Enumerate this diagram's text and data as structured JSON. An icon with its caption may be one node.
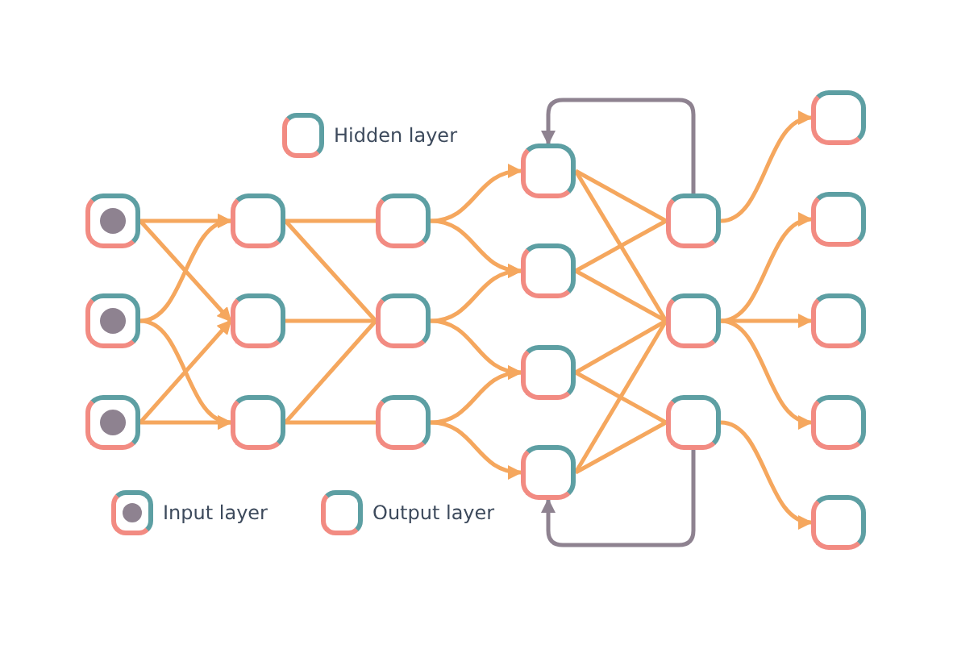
{
  "diagram": {
    "nodes": [
      {
        "text": [],
        "shape": "box"
      },
      {
        "text": [],
        "shape": "circle",
        "in": 0
      },
      {
        "text": [],
        "shape": "box"
      },
      {
        "text": [],
        "shape": "circle",
        "in": 2
      },
      {
        "text": [],
        "shape": "box"
      },
      {
        "text": [],
        "shape": "circle",
        "in": 4
      },
      {
        "text": [],
        "shape": "box"
      },
      {
        "text": [],
        "shape": "box"
      },
      {
        "text": [],
        "shape": "box"
      },
      {
        "text": [],
        "shape": "box"
      },
      {
        "text": [],
        "shape": "box"
      },
      {
        "text": [],
        "shape": "box"
      },
      {
        "text": [],
        "shape": "box"
      },
      {
        "text": [],
        "shape": "box"
      },
      {
        "text": [],
        "shape": "box"
      },
      {
        "text": [],
        "shape": "box"
      },
      {
        "text": [],
        "shape": "box"
      },
      {
        "text": [],
        "shape": "box"
      },
      {
        "text": [],
        "shape": "box"
      },
      {
        "text": [],
        "shape": "box"
      },
      {
        "text": [],
        "shape": "box"
      },
      {
        "text": [],
        "shape": "box"
      },
      {
        "text": [],
        "shape": "box"
      },
      {
        "text": [],
        "shape": "box"
      }
    ],
    "edges": [
      {
        "from": 0,
        "to": 6,
        "arrow": "to"
      },
      {
        "from": 0,
        "to": 7,
        "arrow": "to"
      },
      {
        "from": 2,
        "to": 6,
        "arrow": "to"
      },
      {
        "from": 2,
        "to": 8,
        "arrow": "to"
      },
      {
        "from": 4,
        "to": 7,
        "arrow": "to"
      },
      {
        "from": 4,
        "to": 8,
        "arrow": "to"
      },
      {
        "from": 6,
        "to": 9,
        "arrow": "none"
      },
      {
        "from": 6,
        "to": 10,
        "arrow": "none"
      },
      {
        "from": 7,
        "to": 10,
        "arrow": "none"
      },
      {
        "from": 8,
        "to": 10,
        "arrow": "none"
      },
      {
        "from": 8,
        "to": 11,
        "arrow": "none"
      },
      {
        "from": 9,
        "to": 12,
        "arrow": "to"
      },
      {
        "from": 9,
        "to": 13,
        "arrow": "to"
      },
      {
        "from": 10,
        "to": 13,
        "arrow": "to"
      },
      {
        "from": 10,
        "to": 14,
        "arrow": "to"
      },
      {
        "from": 11,
        "to": 14,
        "arrow": "to"
      },
      {
        "from": 11,
        "to": 15,
        "arrow": "to"
      },
      {
        "from": 12,
        "to": 16,
        "arrow": "none"
      },
      {
        "from": 12,
        "to": 17,
        "arrow": "none"
      },
      {
        "from": 13,
        "to": 16,
        "arrow": "none"
      },
      {
        "from": 13,
        "to": 17,
        "arrow": "none"
      },
      {
        "from": 14,
        "to": 17,
        "arrow": "none"
      },
      {
        "from": 14,
        "to": 18,
        "arrow": "none"
      },
      {
        "from": 15,
        "to": 17,
        "arrow": "none"
      },
      {
        "from": 15,
        "to": 18,
        "arrow": "none"
      },
      {
        "from": 16,
        "to": 12,
        "arrow": "to",
        "color": "#8e8290"
      },
      {
        "from": 18,
        "to": 15,
        "arrow": "to",
        "color": "#8e8290"
      },
      {
        "from": 16,
        "to": 19,
        "arrow": "to"
      },
      {
        "from": 17,
        "to": 20,
        "arrow": "to"
      },
      {
        "from": 17,
        "to": 21,
        "arrow": "to"
      },
      {
        "from": 17,
        "to": 22,
        "arrow": "to"
      },
      {
        "from": 18,
        "to": 23,
        "arrow": "to"
      }
    ],
    "legend": [
      {
        "text": "Hidden layer"
      },
      {
        "text": "Input layer"
      },
      {
        "text": "Output layer"
      }
    ]
  }
}
